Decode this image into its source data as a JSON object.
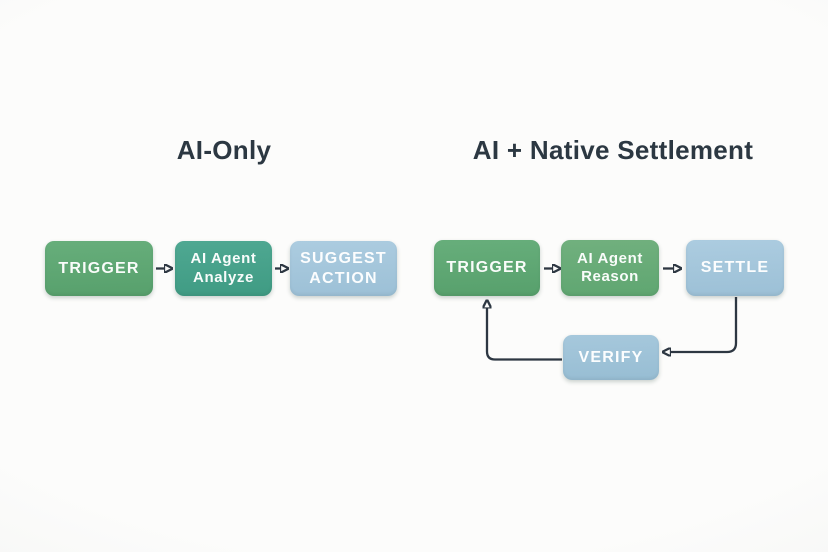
{
  "left_flow": {
    "title": "AI-Only",
    "nodes": [
      {
        "id": "trigger",
        "label": "TRIGGER",
        "color": "#5ea873"
      },
      {
        "id": "ai-agent-analyze",
        "label": "AI Agent\nAnalyze",
        "color": "#47a28b"
      },
      {
        "id": "suggest-action",
        "label": "SUGGEST\nACTION",
        "color": "#a6c7dc"
      }
    ]
  },
  "right_flow": {
    "title": "AI + Native Settlement",
    "nodes": [
      {
        "id": "trigger",
        "label": "TRIGGER",
        "color": "#5ea873"
      },
      {
        "id": "ai-agent-reason",
        "label": "AI Agent\nReason",
        "color": "#68ab76"
      },
      {
        "id": "settle",
        "label": "SETTLE",
        "color": "#a3c5da"
      },
      {
        "id": "verify",
        "label": "VERIFY",
        "color": "#9dc1d7"
      }
    ],
    "loop": "SETTLE -> VERIFY -> TRIGGER"
  },
  "colors": {
    "background": "#f8f8f6",
    "title_text": "#2c3842",
    "connector": "#2d3742",
    "node_text": "#ffffff"
  }
}
